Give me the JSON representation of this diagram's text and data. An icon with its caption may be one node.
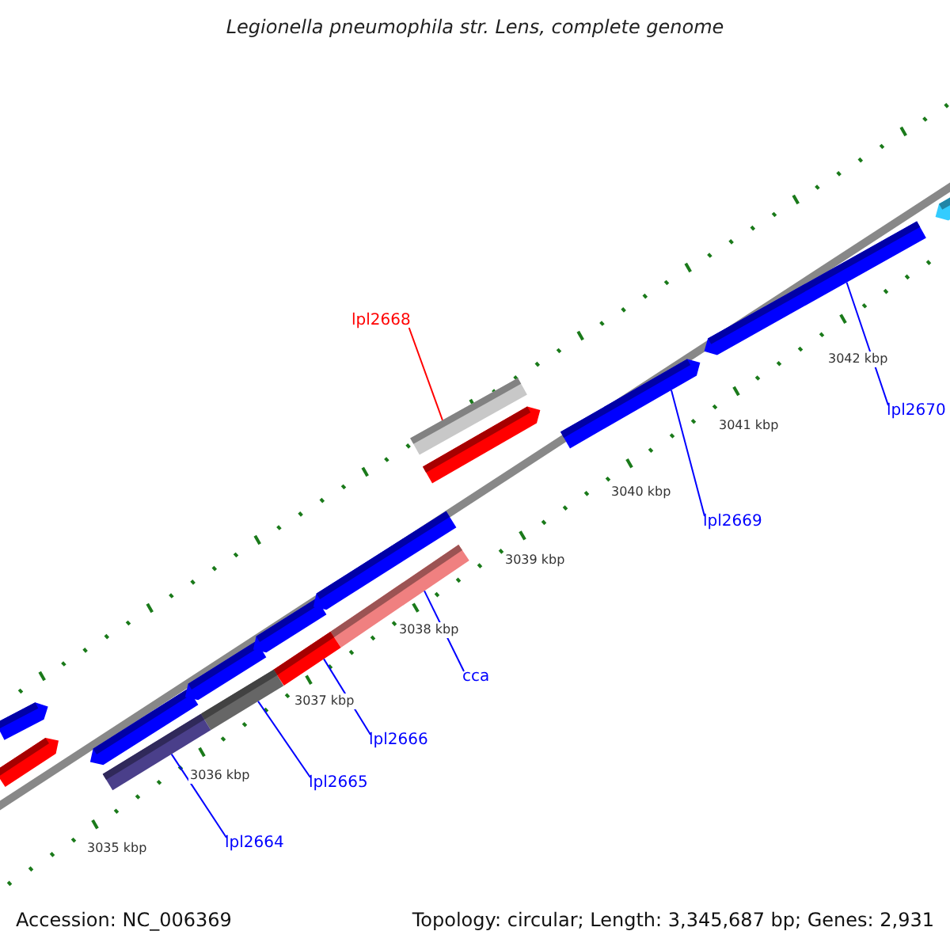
{
  "diagram": {
    "title": "Legionella pneumophila str. Lens, complete genome",
    "nodes": [
      {
        "text": [
          "lpl2668"
        ]
      },
      {
        "text": [],
        "shape": "bar"
      },
      {
        "text": [],
        "shape": "bar"
      },
      {
        "text": [],
        "shape": "bar"
      },
      {
        "text": [
          "lpl2669"
        ]
      },
      {
        "text": [
          "lpl2670"
        ]
      },
      {
        "text": [],
        "shape": "bar"
      },
      {
        "text": [
          "cca"
        ]
      },
      {
        "text": [],
        "shape": "bar"
      },
      {
        "text": [
          "lpl2666"
        ]
      },
      {
        "text": [],
        "shape": "bar"
      },
      {
        "text": [
          "lpl2665"
        ]
      },
      {
        "text": [],
        "shape": "bar"
      },
      {
        "text": [
          "lpl2664"
        ]
      },
      {
        "text": [],
        "shape": "bar"
      },
      {
        "text": [],
        "shape": "bar"
      },
      {
        "text": [],
        "shape": "bar"
      },
      {
        "text": [],
        "shape": "bar"
      },
      {
        "text": [],
        "shape": "bar"
      },
      {
        "text": [],
        "shape": "bar"
      },
      {
        "text": [],
        "shape": "bar"
      },
      {
        "text": [],
        "shape": "bar"
      }
    ],
    "edges": [
      {
        "from": 0,
        "to": 1,
        "arrow": "none",
        "color": "#ff0000"
      },
      {
        "from": 4,
        "to": 2,
        "arrow": "none"
      },
      {
        "from": 5,
        "to": 3,
        "arrow": "none"
      },
      {
        "from": 7,
        "to": 6,
        "arrow": "none"
      },
      {
        "from": 9,
        "to": 8,
        "arrow": "none"
      },
      {
        "from": 11,
        "to": 10,
        "arrow": "none"
      },
      {
        "from": 13,
        "to": 12,
        "arrow": "none"
      }
    ],
    "labels": [
      "3042 kbp",
      "3041 kbp",
      "3040 kbp",
      "3039 kbp",
      "3038 kbp",
      "3037 kbp",
      "3036 kbp",
      "3035 kbp",
      "Accession: NC_006369",
      "Topology: circular; Length: 3,345,687 bp; Genes: 2,931"
    ]
  }
}
